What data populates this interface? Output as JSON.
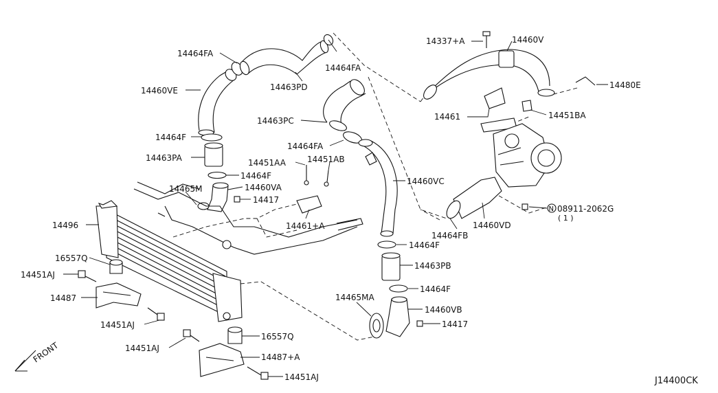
{
  "diagram_code": "J14400CK",
  "direction_label": "FRONT",
  "labels": [
    {
      "id": "l1",
      "text": "14464FA"
    },
    {
      "id": "l2",
      "text": "14464FA"
    },
    {
      "id": "l3",
      "text": "14463PD"
    },
    {
      "id": "l4",
      "text": "14460VE"
    },
    {
      "id": "l5",
      "text": "14337+A"
    },
    {
      "id": "l6",
      "text": "14460V"
    },
    {
      "id": "l7",
      "text": "14480E"
    },
    {
      "id": "l8",
      "text": "14461"
    },
    {
      "id": "l9",
      "text": "14451BA"
    },
    {
      "id": "l10",
      "text": "14463PC"
    },
    {
      "id": "l11",
      "text": "14464F"
    },
    {
      "id": "l12",
      "text": "14464FA"
    },
    {
      "id": "l13",
      "text": "14451AA"
    },
    {
      "id": "l14",
      "text": "14451AB"
    },
    {
      "id": "l15",
      "text": "14463PA"
    },
    {
      "id": "l16",
      "text": "14464F"
    },
    {
      "id": "l17",
      "text": "14465M"
    },
    {
      "id": "l18",
      "text": "14460VA"
    },
    {
      "id": "l19",
      "text": "14417"
    },
    {
      "id": "l20",
      "text": "14460VC"
    },
    {
      "id": "l21",
      "text": "14496"
    },
    {
      "id": "l22",
      "text": "14461+A"
    },
    {
      "id": "l23",
      "text": "08911-2062G"
    },
    {
      "id": "l24",
      "text": "( 1 )"
    },
    {
      "id": "l25",
      "text": "14464FB"
    },
    {
      "id": "l26",
      "text": "14460VD"
    },
    {
      "id": "l27",
      "text": "16557Q"
    },
    {
      "id": "l28",
      "text": "14464F"
    },
    {
      "id": "l29",
      "text": "14451AJ"
    },
    {
      "id": "l30",
      "text": "14463PB"
    },
    {
      "id": "l31",
      "text": "14487"
    },
    {
      "id": "l32",
      "text": "14464F"
    },
    {
      "id": "l33",
      "text": "14465MA"
    },
    {
      "id": "l34",
      "text": "14460VB"
    },
    {
      "id": "l35",
      "text": "14451AJ"
    },
    {
      "id": "l36",
      "text": "14417"
    },
    {
      "id": "l37",
      "text": "14451AJ"
    },
    {
      "id": "l38",
      "text": "16557Q"
    },
    {
      "id": "l39",
      "text": "14487+A"
    },
    {
      "id": "l40",
      "text": "14451AJ"
    }
  ]
}
